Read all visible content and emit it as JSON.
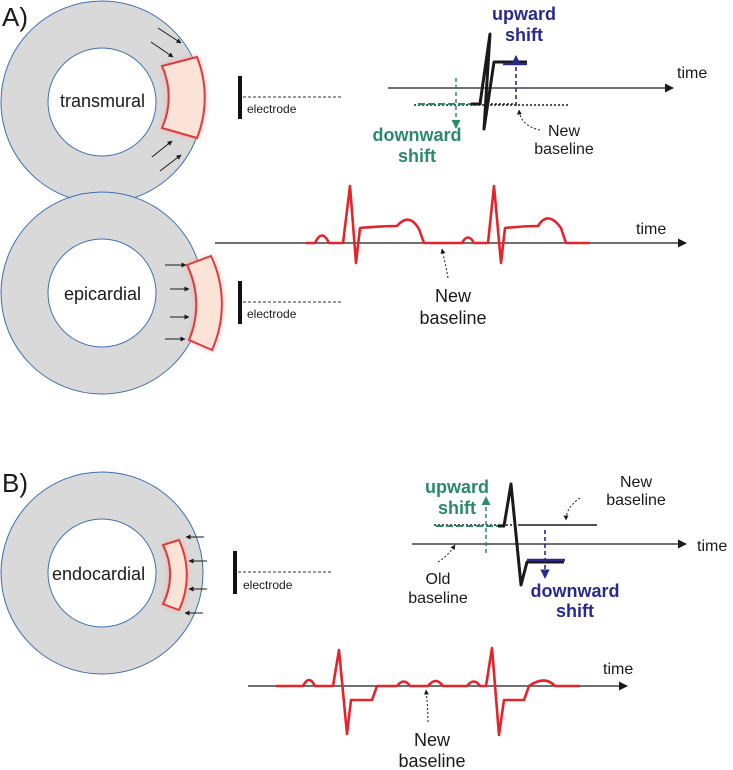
{
  "panels": {
    "a": "A)",
    "b": "B)"
  },
  "regions": {
    "transmural": "transmural",
    "epicardial": "epicardial",
    "endocardial": "endocardial"
  },
  "electrode": "electrode",
  "time": "time",
  "panel_a_top": {
    "upward": "upward",
    "upward_shift": "shift",
    "downward": "downward",
    "downward_shift": "shift",
    "new": "New",
    "baseline": "baseline"
  },
  "panel_a_bottom": {
    "new": "New",
    "baseline": "baseline"
  },
  "panel_b_top": {
    "upward": "upward",
    "upward_shift": "shift",
    "new": "New",
    "new_baseline": "baseline",
    "old": "Old",
    "old_baseline": "baseline",
    "downward": "downward",
    "downward_shift": "shift"
  },
  "panel_b_bottom": {
    "new": "New",
    "baseline": "baseline"
  },
  "colors": {
    "ring": "#d9d9d9",
    "ring_edge": "#3d6fb0",
    "injury_fill": "#fbe3d7",
    "injury_edge": "#e03a3a",
    "ecg_red": "#e3242b",
    "upward_blue": "#2a2a8e",
    "shift_green": "#2b8a6e"
  }
}
